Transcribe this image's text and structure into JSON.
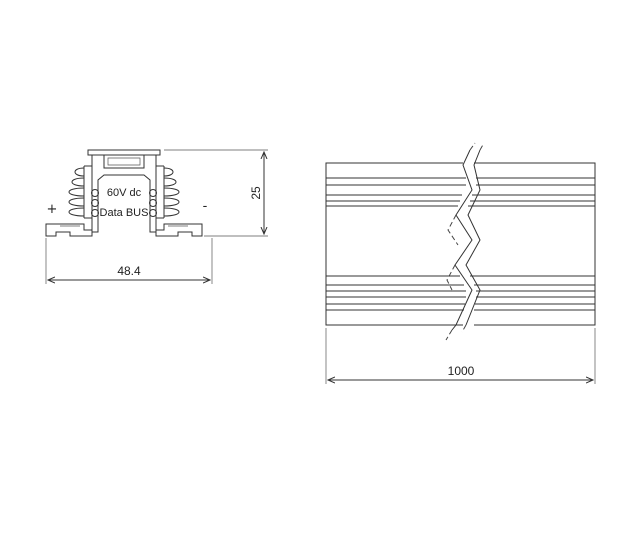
{
  "profile": {
    "voltage_label": "60V dc",
    "bus_label": "Data BUS",
    "plus_sign": "+",
    "minus_sign": "-"
  },
  "dimensions": {
    "width": "48.4",
    "height": "25",
    "length": "1000"
  }
}
